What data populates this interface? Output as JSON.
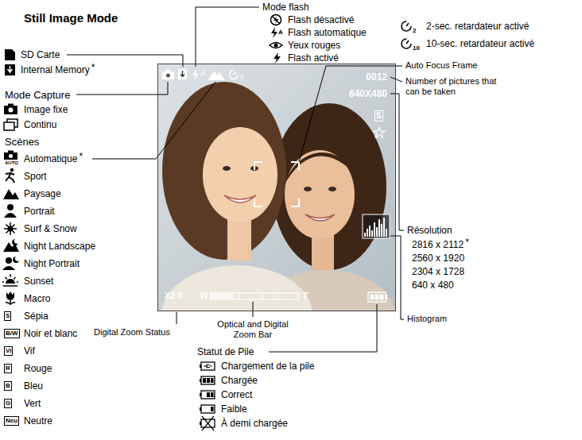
{
  "diagram": {
    "title": "Still Image Mode",
    "nodes": [
      {
        "text": [
          "A",
          "2",
          "0012",
          "640X480",
          "X2.0",
          "W",
          "T"
        ]
      },
      {
        "text": [
          "S"
        ],
        "in": 0
      },
      {
        "text": [
          "S"
        ]
      },
      {
        "text": [
          "B/W"
        ]
      },
      {
        "text": [
          "Vi"
        ]
      },
      {
        "text": [
          "R"
        ]
      },
      {
        "text": [
          "B"
        ]
      },
      {
        "text": [
          "G"
        ]
      },
      {
        "text": [
          "Neu"
        ]
      }
    ],
    "labels": [
      "SD Carte",
      "Internal Memory",
      "*",
      "Mode Capture",
      "Image fixe",
      "Continu",
      "Scènes",
      "AUTO",
      "Automatique",
      "*",
      "Sport",
      "Paysage",
      "Portrait",
      "Surf & Snow",
      "Night Landscape",
      "Night Portrait",
      "Sunset",
      "Macro",
      "Sépia",
      "Noir et blanc",
      "Vif",
      "Rouge",
      "Bleu",
      "Vert",
      "Neutre",
      "Mode flash",
      "Flash désactivé",
      "A",
      "Flash automatique",
      "Yeux rouges",
      "Flash activé",
      "2",
      "2-sec. retardateur activé",
      "10",
      "10-sec. retardateur activé",
      "Auto Focus Frame",
      "Number of pictures that can be taken",
      "Résolution",
      "2816 x 2112",
      "*",
      "2560 x 1920",
      "2304 x 1728",
      "640 x 480",
      "Histogram",
      "Digital Zoom Status",
      "Optical and Digital Zoom Bar",
      "Statut de Pile",
      "Chargement de la pile",
      "Chargée",
      "Correct",
      "Faible",
      "À demi chargée"
    ]
  }
}
